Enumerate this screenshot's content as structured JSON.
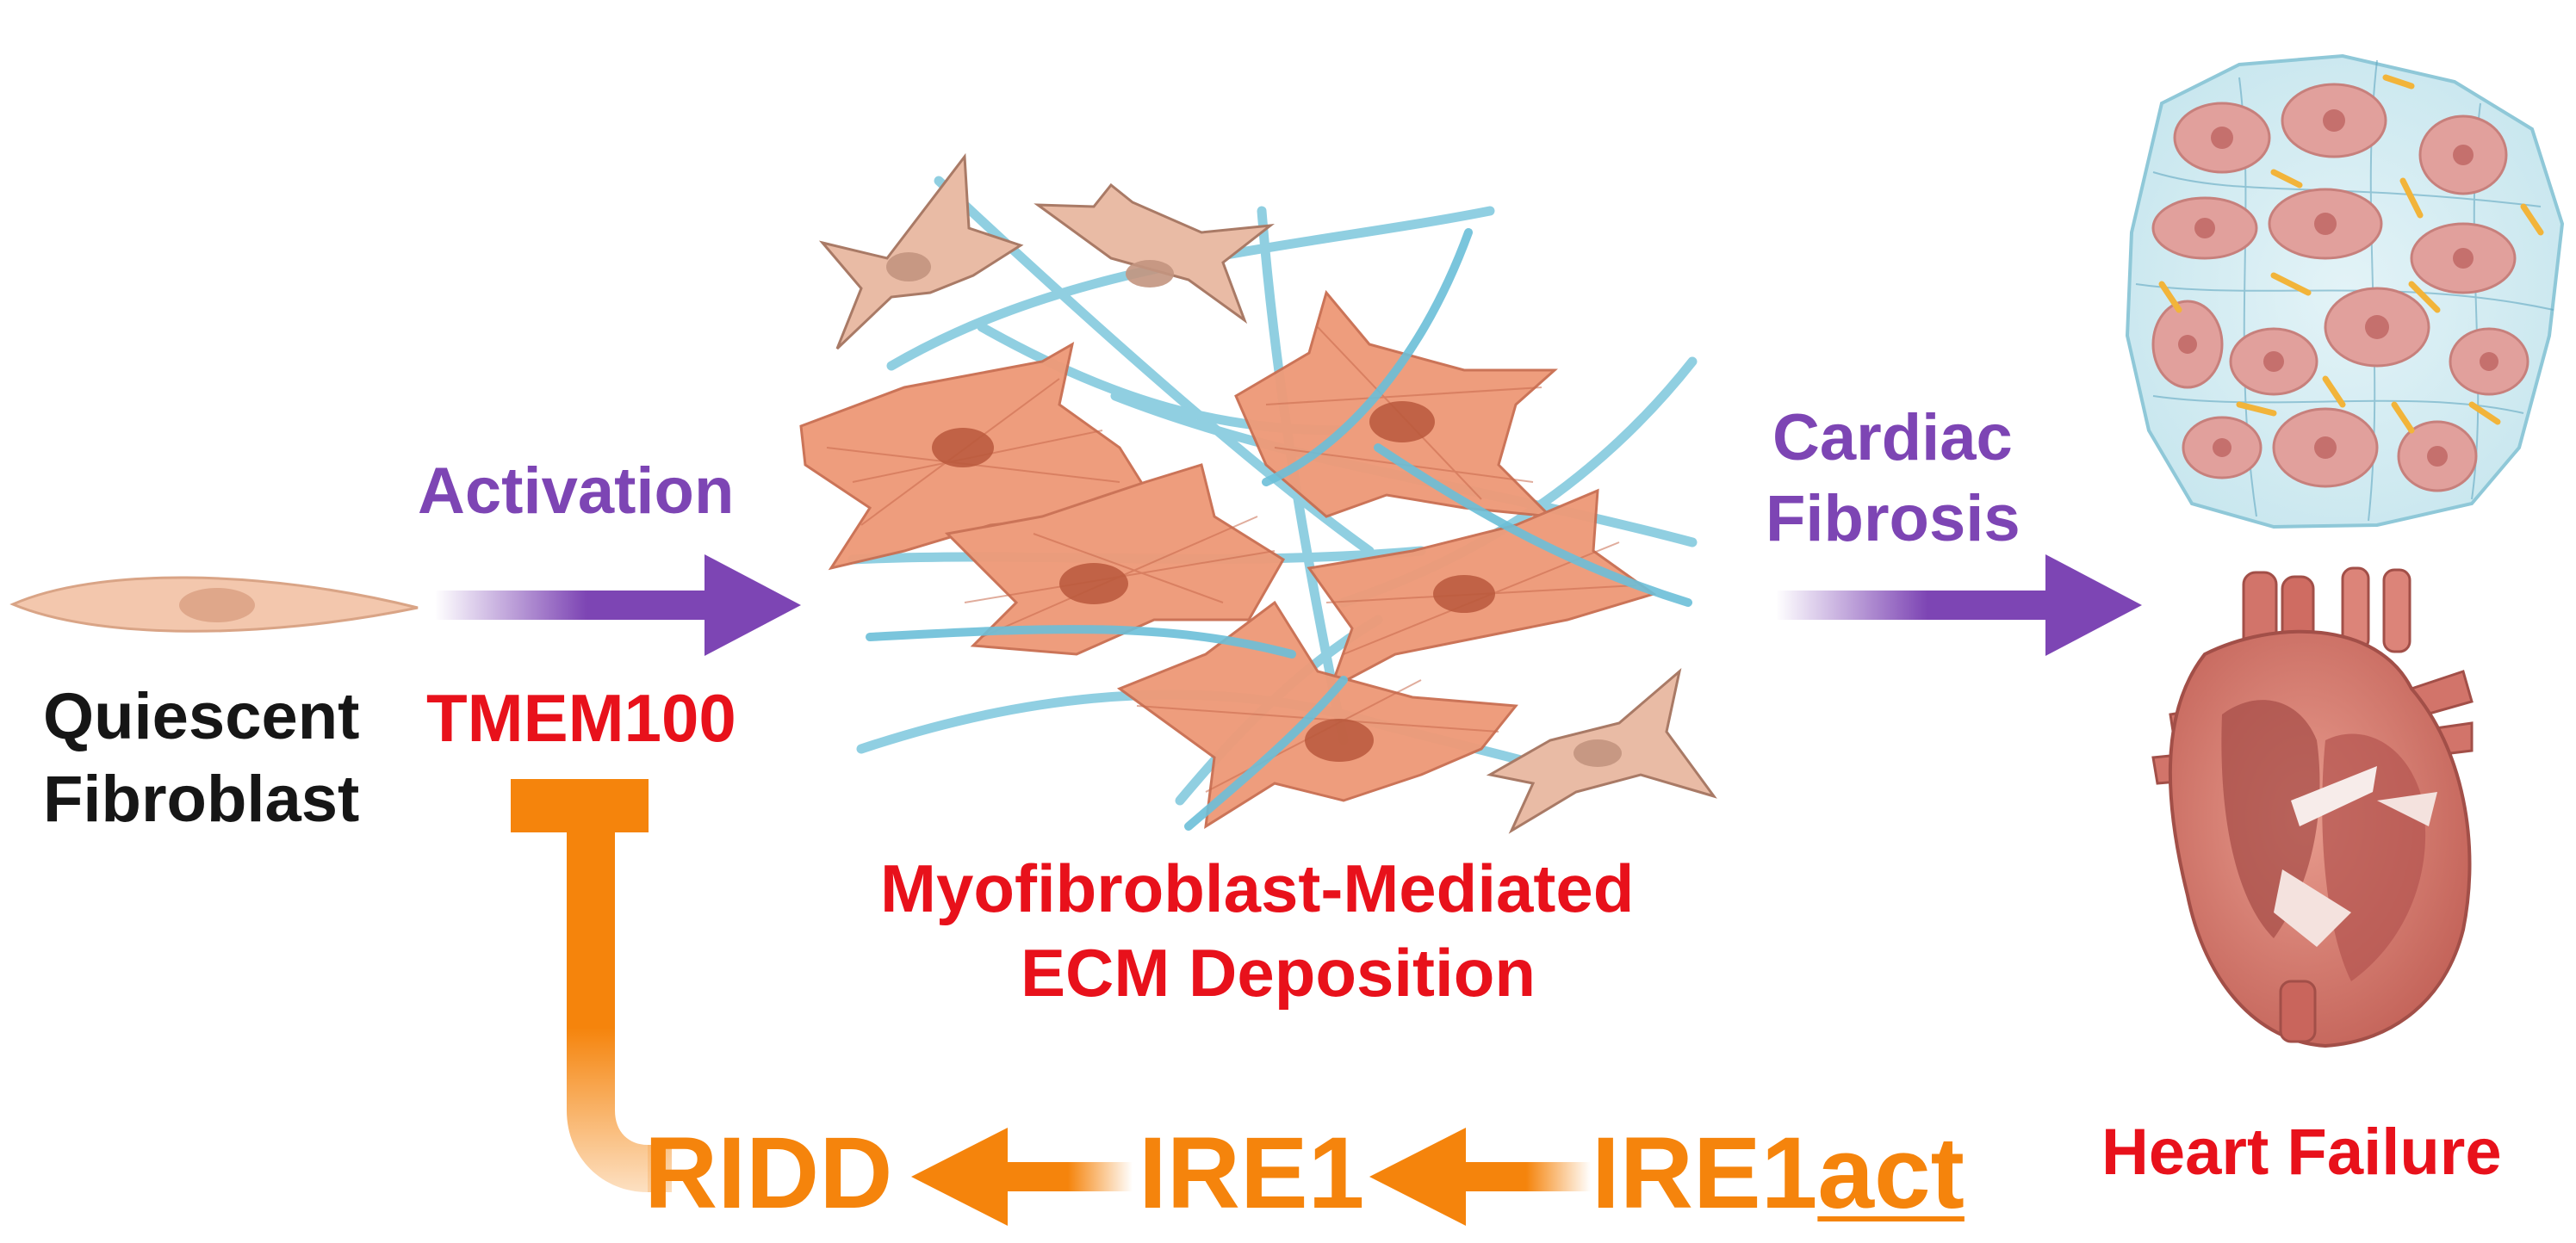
{
  "labels": {
    "quiescent": "Quiescent",
    "fibroblast": "Fibroblast",
    "activation": "Activation",
    "tmem100": "TMEM100",
    "myofibroblast_line1": "Myofibroblast-Mediated",
    "myofibroblast_line2": "ECM Deposition",
    "cardiac": "Cardiac",
    "fibrosis": "Fibrosis",
    "heart_failure": "Heart Failure",
    "ridd": "RIDD",
    "ire1": "IRE1",
    "ire1act_prefix": "IRE1",
    "ire1act_suffix": "act"
  },
  "colors": {
    "purple": "#7d45b4",
    "red": "#e8111b",
    "orange": "#f5840c",
    "black": "#161616",
    "fiber": "#6bbfd8",
    "myofibroblast": "#ee9a78",
    "fibroblast": "#f3c7ad"
  },
  "icons": {
    "quiescent_cell": "spindle-fibroblast-icon",
    "myofibroblast_cluster": "myofibroblast-ecm-icon",
    "tissue": "fibrotic-tissue-icon",
    "heart": "heart-icon"
  }
}
